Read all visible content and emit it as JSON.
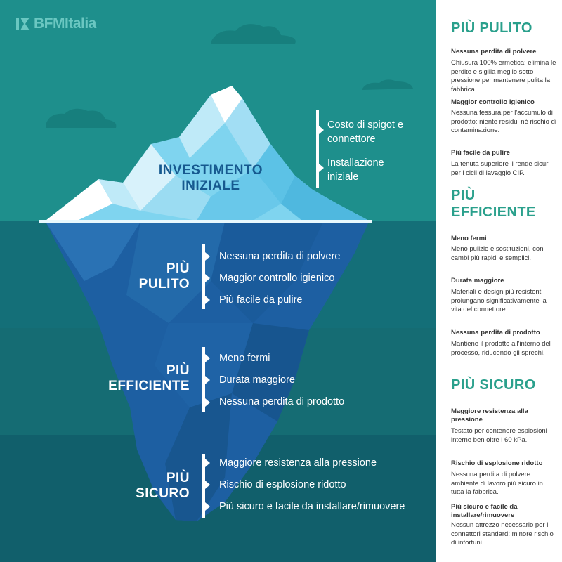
{
  "brand": {
    "logo_text": "BFM Italia",
    "logo_word1": "BFM",
    "logo_word2": "Italia"
  },
  "colors": {
    "sky": "#1e8f8c",
    "water_top": "#146f78",
    "water_mid": "#156c73",
    "water_deep": "#115f6b",
    "ice": "#7fd4ef",
    "ice_light": "#bfeaf8",
    "ice_under": "#1d5fa2",
    "accent_green": "#2aa08c"
  },
  "iceberg": {
    "top_label_line1": "INVESTIMENTO",
    "top_label_line2": "INIZIALE",
    "top_items": [
      "Costo di spigot e connettore",
      "Installazione iniziale"
    ]
  },
  "sections": [
    {
      "title_line1": "PIÙ",
      "title_line2": "PULITO",
      "items": [
        "Nessuna perdita di polvere",
        "Maggior controllo igienico",
        "Più facile da pulire"
      ]
    },
    {
      "title_line1": "PIÙ",
      "title_line2": "EFFICIENTE",
      "items": [
        "Meno fermi",
        "Durata maggiore",
        "Nessuna perdita di prodotto"
      ]
    },
    {
      "title_line1": "PIÙ",
      "title_line2": "SICURO",
      "items": [
        "Maggiore resistenza alla pressione",
        "Rischio di esplosione ridotto",
        "Più sicuro e facile da installare/rimuovere"
      ]
    }
  ],
  "sidebar": [
    {
      "title": "PIÙ PULITO",
      "entries": [
        {
          "head": "Nessuna perdita di polvere",
          "body": "Chiusura 100% ermetica: elimina le perdite e sigilla meglio sotto pressione per mantenere pulita la fabbrica."
        },
        {
          "head": "Maggior controllo igienico",
          "body": "Nessuna fessura per l'accumulo di prodotto: niente residui né rischio di contaminazione."
        },
        {
          "head": "Più facile da pulire",
          "body": "La tenuta superiore li rende sicuri per i cicli di lavaggio CIP."
        }
      ]
    },
    {
      "title": "PIÙ EFFICIENTE",
      "entries": [
        {
          "head": "Meno fermi",
          "body": "Meno pulizie e sostituzioni, con cambi più rapidi e semplici."
        },
        {
          "head": "Durata maggiore",
          "body": "Materiali e design più resistenti prolungano significativamente la vita del connettore."
        },
        {
          "head": "Nessuna perdita di prodotto",
          "body": "Mantiene il prodotto all'interno del processo, riducendo gli sprechi."
        }
      ]
    },
    {
      "title": "PIÙ SICURO",
      "entries": [
        {
          "head": "Maggiore resistenza alla pressione",
          "body": "Testato per contenere esplosioni interne ben oltre i 60 kPa."
        },
        {
          "head": "Rischio di esplosione ridotto",
          "body": "Nessuna perdita di polvere: ambiente di lavoro più sicuro in tutta la fabbrica."
        },
        {
          "head": "Più sicuro e facile da installare/rimuovere",
          "body": "Nessun attrezzo necessario per i connettori standard: minore rischio di infortuni."
        }
      ]
    }
  ]
}
